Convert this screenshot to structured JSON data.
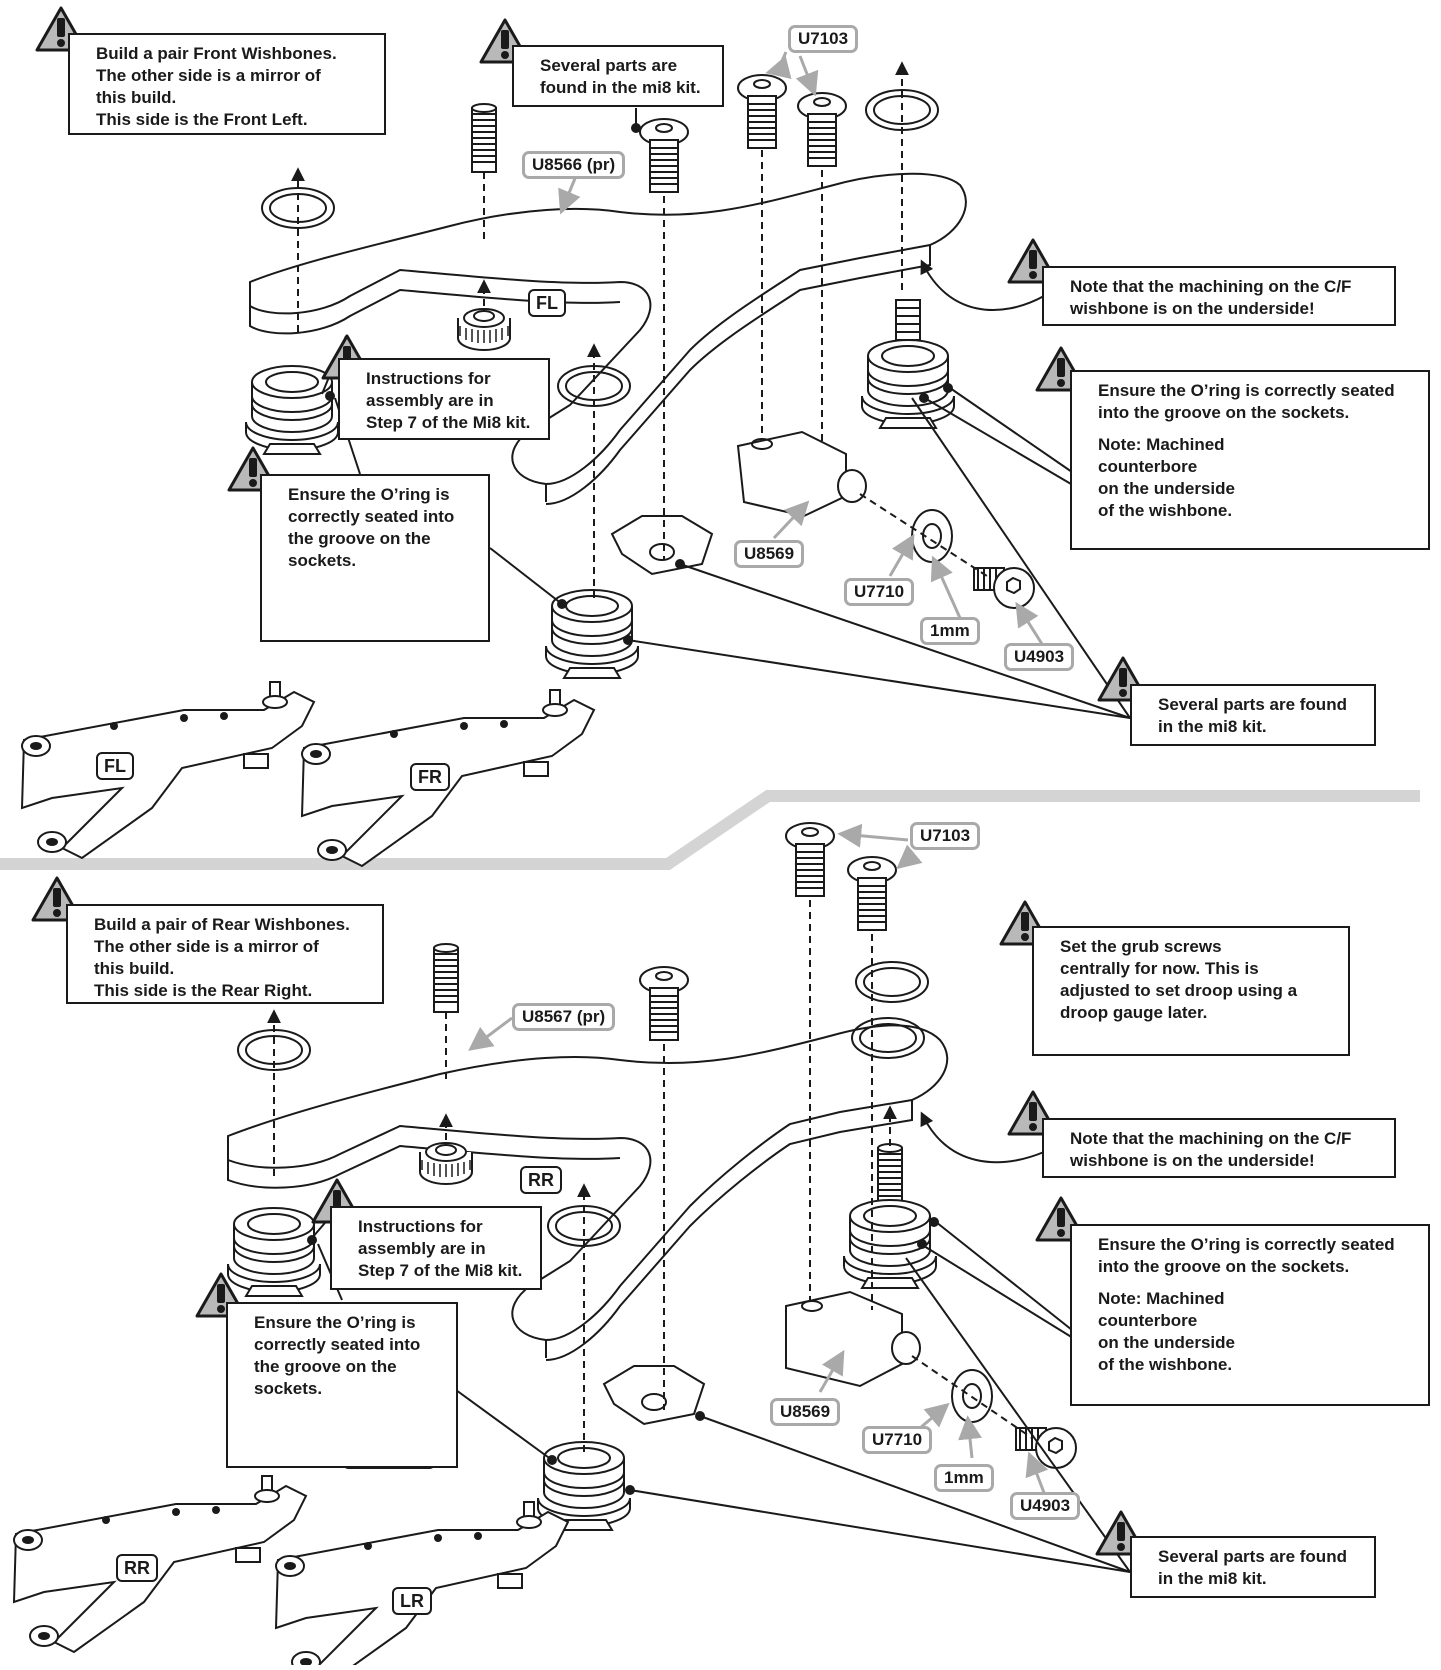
{
  "front": {
    "build_note": [
      "Build a pair Front Wishbones.",
      "The other side is a mirror of",
      "this build.",
      "This side is the Front Left."
    ],
    "mi8_top_note": [
      "Several parts are",
      "found in the mi8 kit."
    ],
    "instructions_note": [
      "Instructions for",
      "assembly are in",
      "Step 7 of the Mi8 kit."
    ],
    "oring_note": [
      "Ensure the O’ring is",
      "correctly seated into",
      "the groove on the",
      "sockets."
    ],
    "machining_note": [
      "Note that the machining on the C/F",
      "wishbone is on the underside!"
    ],
    "oring_right_note": [
      "Ensure the O’ring is  correctly seated",
      "into the groove on the sockets."
    ],
    "counterbore_note": [
      "Note: Machined",
      "counterbore",
      "on the underside",
      "of the wishbone."
    ],
    "mi8_bottom_note": [
      "Several parts are found",
      "in the mi8 kit."
    ],
    "tags": {
      "u7103": "U7103",
      "wishbone": "U8566 (pr)",
      "u8569": "U8569",
      "u7710": "U7710",
      "spacer": "1mm",
      "u4903": "U4903"
    },
    "side_labels": {
      "main": "FL",
      "thumb_left": "FL",
      "thumb_right": "FR"
    }
  },
  "rear": {
    "build_note": [
      "Build a pair of Rear Wishbones.",
      "The other side is a mirror of",
      "this build.",
      "This side is the Rear Right."
    ],
    "grub_note": [
      "Set the grub screws",
      "centrally for now.  This is",
      "adjusted to set droop using a",
      "droop gauge later."
    ],
    "instructions_note": [
      "Instructions for",
      "assembly are in",
      "Step 7 of the Mi8 kit."
    ],
    "oring_note": [
      "Ensure the O’ring is",
      "correctly seated into",
      "the groove on the",
      "sockets."
    ],
    "machining_note": [
      "Note that the machining on the C/F",
      "wishbone is on the underside!"
    ],
    "oring_right_note": [
      "Ensure the O’ring is  correctly seated",
      "into the groove on the sockets."
    ],
    "counterbore_note": [
      "Note: Machined",
      "counterbore",
      "on the underside",
      "of the wishbone."
    ],
    "mi8_bottom_note": [
      "Several parts are found",
      "in the mi8 kit."
    ],
    "tags": {
      "u7103": "U7103",
      "wishbone": "U8567 (pr)",
      "u8569": "U8569",
      "u7710": "U7710",
      "spacer": "1mm",
      "u4903": "U4903"
    },
    "side_labels": {
      "main": "RR",
      "thumb_left": "RR",
      "thumb_right": "LR"
    }
  },
  "colors": {
    "ink": "#1a1a1a",
    "tag_border": "#a9a9a9",
    "divider": "#d4d4d4",
    "warn_fill": "#b9b9b9"
  },
  "icons": [
    "warning-triangle-icon"
  ]
}
